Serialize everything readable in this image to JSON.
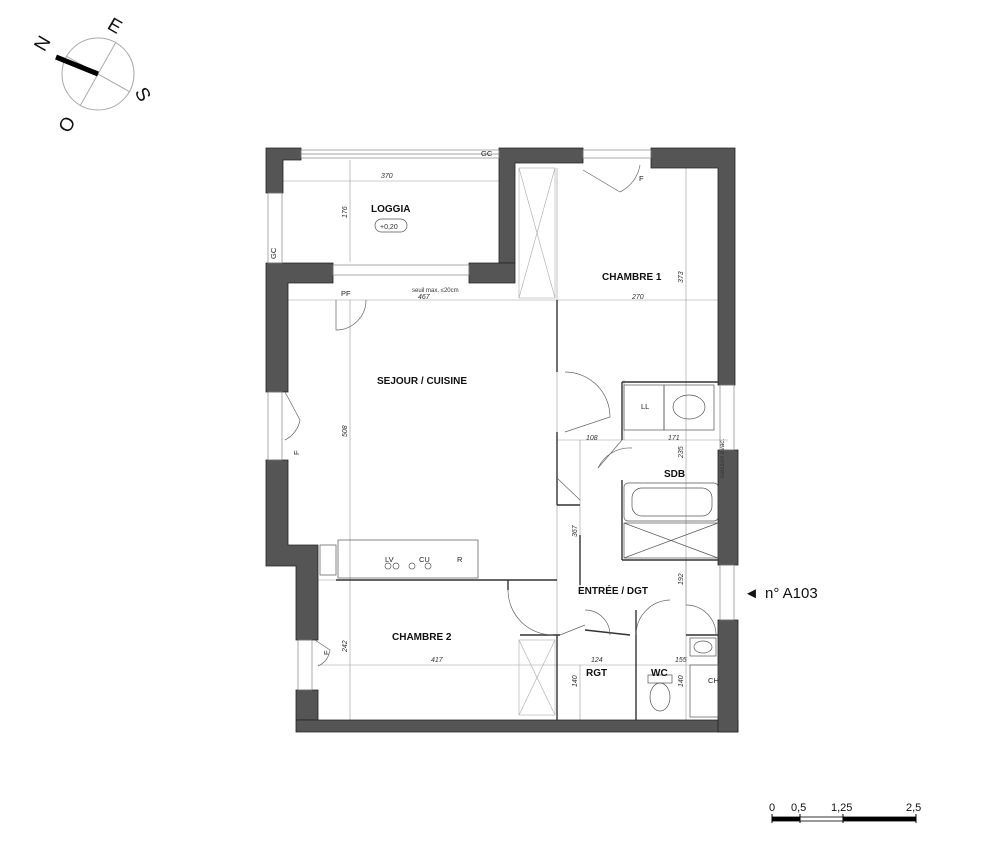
{
  "compass": {
    "n": "N",
    "e": "E",
    "s": "S",
    "o": "O"
  },
  "rooms": {
    "loggia": "LOGGIA",
    "loggia_level": "+0,20",
    "chambre1": "CHAMBRE 1",
    "sejour": "SEJOUR / CUISINE",
    "sdb": "SDB",
    "entree": "ENTRÉE / DGT",
    "chambre2": "CHAMBRE 2",
    "rgt": "RGT",
    "wc": "WC"
  },
  "dimensions": {
    "loggia_w": "370",
    "loggia_h": "176",
    "sejour_w": "467",
    "sejour_h": "508",
    "chambre1_w": "270",
    "chambre1_h": "373",
    "sdb_w1": "108",
    "sdb_w2": "171",
    "sdb_h": "235",
    "entree_h": "367",
    "entree_h2": "192",
    "chambre2_w": "417",
    "chambre2_h": "242",
    "rgt_w": "124",
    "rgt_h": "140",
    "wc_w": "155",
    "wc_h": "140"
  },
  "labels": {
    "gc_top": "GC",
    "gc_left": "GC",
    "pf": "PF",
    "seuil": "seuil max. ≤20cm",
    "f_top": "F",
    "f_left": "F",
    "f_bottom": "F",
    "ll": "LL",
    "lv": "LV",
    "cu": "CU",
    "r": "R",
    "ch": "CH",
    "caisson": "caisson évac."
  },
  "unit": {
    "marker": "◄",
    "id": "n° A103"
  },
  "scale": {
    "t0": "0",
    "t1": "0,5",
    "t2": "1,25",
    "t3": "2,5"
  }
}
